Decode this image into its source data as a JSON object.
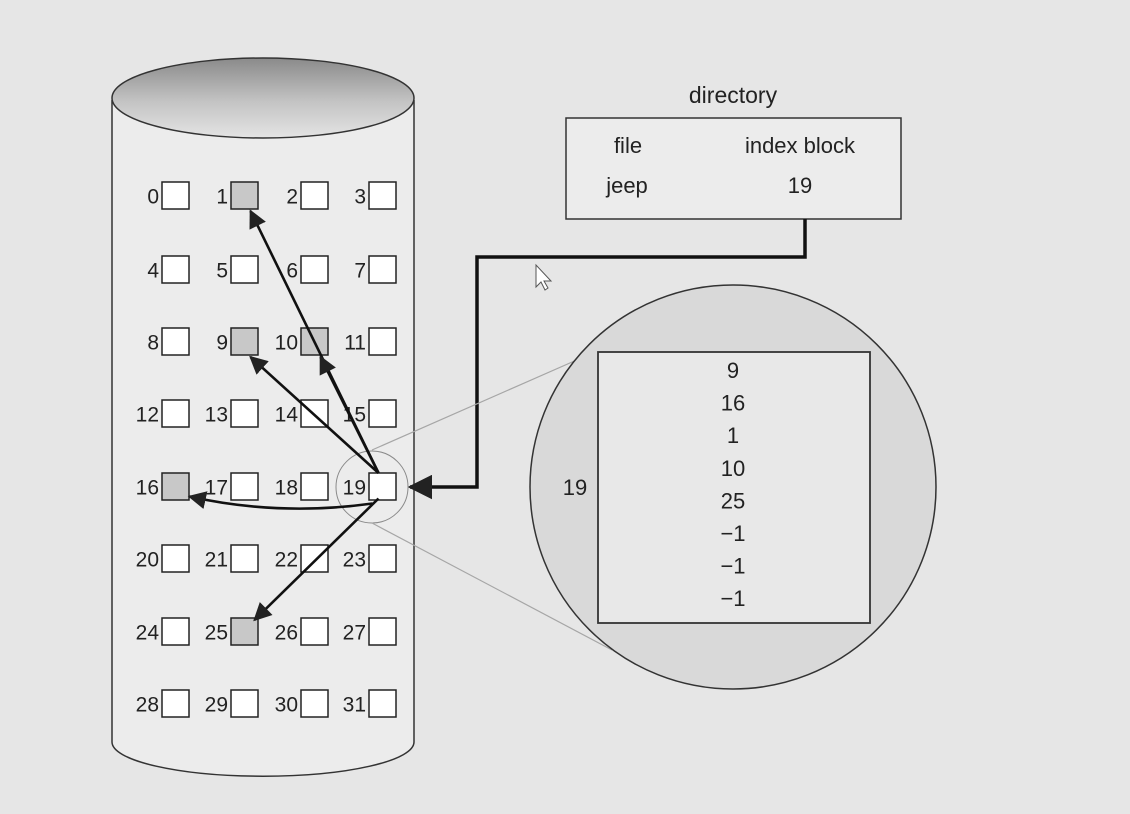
{
  "directory": {
    "title": "directory",
    "col_file": "file",
    "col_index": "index block",
    "entry_file": "jeep",
    "entry_index": "19"
  },
  "disk": {
    "blocks": [
      "0",
      "1",
      "2",
      "3",
      "4",
      "5",
      "6",
      "7",
      "8",
      "9",
      "10",
      "11",
      "12",
      "13",
      "14",
      "15",
      "16",
      "17",
      "18",
      "19",
      "20",
      "21",
      "22",
      "23",
      "24",
      "25",
      "26",
      "27",
      "28",
      "29",
      "30",
      "31"
    ],
    "used_blocks": [
      1,
      9,
      10,
      16,
      25
    ],
    "index_block": 19
  },
  "index_block": {
    "label": "19",
    "entries": [
      "9",
      "16",
      "1",
      "10",
      "25",
      "−1",
      "−1",
      "−1"
    ]
  },
  "colors": {
    "background": "#e6e6e6",
    "used_block": "#c8c8c8",
    "free_block": "#ffffff",
    "stroke": "#222222"
  }
}
